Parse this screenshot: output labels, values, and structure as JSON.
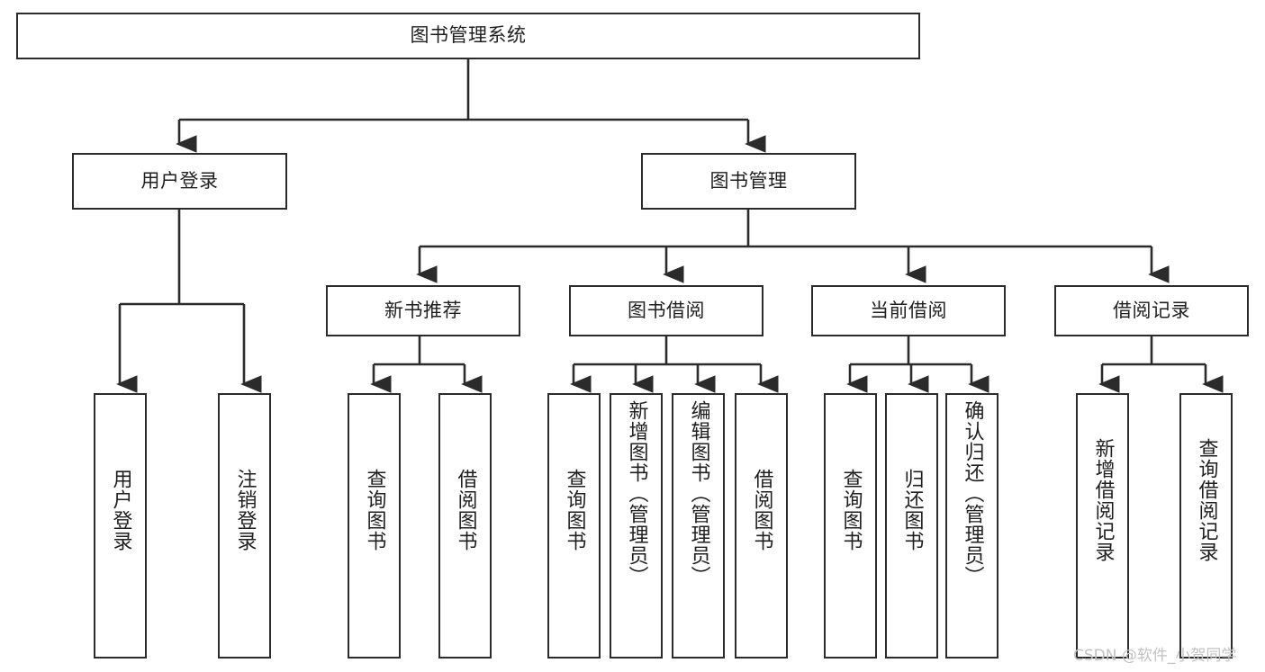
{
  "diagram": {
    "type": "tree-hierarchy",
    "title": "图书管理系统",
    "watermark": "CSDN @软件_小贺同学",
    "colors": {
      "background": "#ffffff",
      "box_border": "#2b2b2b",
      "box_fill": "#ffffff",
      "text": "#1f1f1f",
      "connector": "#2b2b2b",
      "watermark": "#c2c2c2"
    },
    "root": {
      "label": "图书管理系统"
    },
    "level1": [
      {
        "label": "用户登录"
      },
      {
        "label": "图书管理"
      }
    ],
    "level2": [
      {
        "label": "新书推荐"
      },
      {
        "label": "图书借阅"
      },
      {
        "label": "当前借阅"
      },
      {
        "label": "借阅记录"
      }
    ],
    "leaves": {
      "user_login": [
        {
          "label": "用户登录"
        },
        {
          "label": "注销登录"
        }
      ],
      "new_book_recommend": [
        {
          "label": "查询图书"
        },
        {
          "label": "借阅图书"
        }
      ],
      "book_borrow": [
        {
          "label": "查询图书"
        },
        {
          "label": "新增图书（管理员）"
        },
        {
          "label": "编辑图书（管理员）"
        },
        {
          "label": "借阅图书"
        }
      ],
      "current_borrow": [
        {
          "label": "查询图书"
        },
        {
          "label": "归还图书"
        },
        {
          "label": "确认归还（管理员）"
        }
      ],
      "borrow_record": [
        {
          "label": "新增借阅记录"
        },
        {
          "label": "查询借阅记录"
        }
      ]
    }
  }
}
